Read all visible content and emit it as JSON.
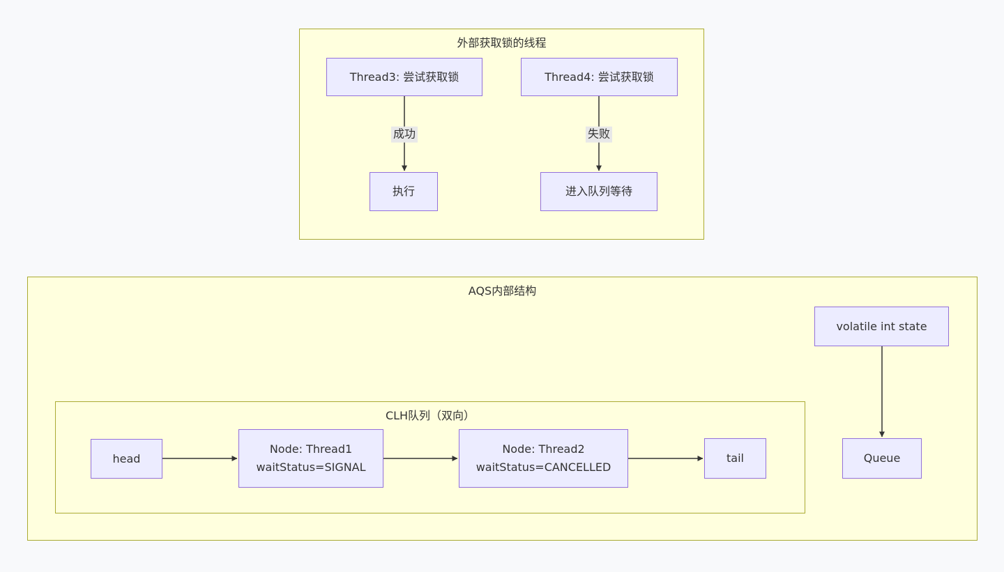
{
  "theme": {
    "page_bg": "#f8f9fb",
    "container_fill": "#ffffde",
    "container_border": "#aaaa33",
    "node_fill": "#ececff",
    "node_border": "#9370db",
    "edge_color": "#333333",
    "label_bg": "#e8e8e8",
    "text_color": "#333333"
  },
  "external_group": {
    "title": "外部获取锁的线程",
    "nodes": {
      "thread3": {
        "label": "Thread3: 尝试获取锁"
      },
      "thread4": {
        "label": "Thread4: 尝试获取锁"
      },
      "execute": {
        "label": "执行"
      },
      "enqueue": {
        "label": "进入队列等待"
      }
    },
    "edges": {
      "success": {
        "label": "成功"
      },
      "failure": {
        "label": "失败"
      }
    }
  },
  "aqs_group": {
    "title": "AQS内部结构",
    "nodes": {
      "state": {
        "label": "volatile int state"
      },
      "queue": {
        "label": "Queue"
      }
    },
    "clh_group": {
      "title": "CLH队列（双向）",
      "nodes": {
        "head": {
          "label": "head"
        },
        "node1": {
          "line1": "Node: Thread1",
          "line2": "waitStatus=SIGNAL"
        },
        "node2": {
          "line1": "Node: Thread2",
          "line2": "waitStatus=CANCELLED"
        },
        "tail": {
          "label": "tail"
        }
      }
    }
  }
}
